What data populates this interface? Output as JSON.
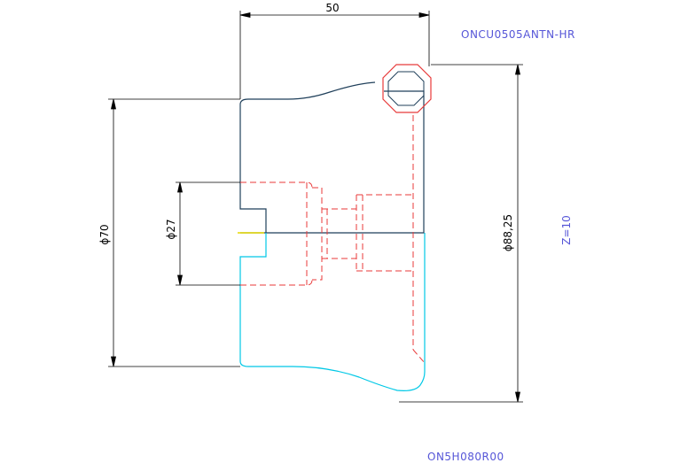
{
  "drawing": {
    "insert_code": "ONCU0505ANTN-HR",
    "cutter_code": "ON5H080R00",
    "teeth_label": "Z=10",
    "dim_width": "50",
    "dim_outer": "ϕ70",
    "dim_bore": "ϕ27",
    "dim_cut": "ϕ88,25"
  },
  "colors": {
    "body_outline": "#1f3f5a",
    "body_lower": "#00c8e6",
    "hidden_red": "#e83a3a",
    "insert_red": "#e83a3a",
    "label_blue": "#5656d8",
    "dim_black": "#000000",
    "center_yellow": "#e6d800"
  }
}
